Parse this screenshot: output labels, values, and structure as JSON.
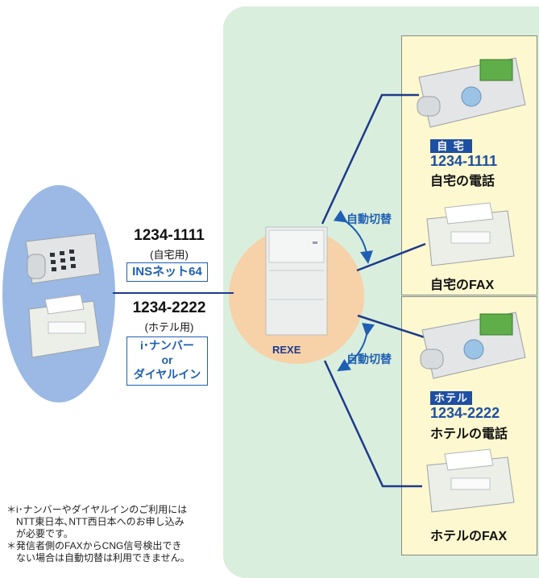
{
  "left": {
    "line1": {
      "number": "1234-1111",
      "sub": "(自宅用)",
      "service": "INSネット64"
    },
    "line2": {
      "number": "1234-2222",
      "sub": "(ホテル用)",
      "service_line1": "i･ナンバー",
      "service_line2": "or",
      "service_line3": "ダイヤルイン"
    }
  },
  "center": {
    "device_label": "REXE",
    "switch_label_top": "自動切替",
    "switch_label_bottom": "自動切替"
  },
  "home": {
    "badge": "自 宅",
    "number": "1234-1111",
    "phone_label": "自宅の電話",
    "fax_label": "自宅のFAX"
  },
  "hotel": {
    "badge": "ホテル",
    "number": "1234-2222",
    "phone_label": "ホテルの電話",
    "fax_label": "ホテルのFAX"
  },
  "notes": {
    "n1_line1": "＊i･ナンバーやダイヤルインのご利用には",
    "n1_line2": "NTT東日本､NTT西日本へのお申し込み",
    "n1_line3": "が必要です。",
    "n2_line1": "＊発信者側のFAXからCNG信号検出でき",
    "n2_line2": "ない場合は自動切替は利用できません。"
  },
  "colors": {
    "panel": "#d9eedd",
    "box": "#fdf8cf",
    "line": "#1e3a8a",
    "accent": "#1f5fb3",
    "ellipse": "#9bb9e4",
    "circle": "#f7d1a8"
  }
}
